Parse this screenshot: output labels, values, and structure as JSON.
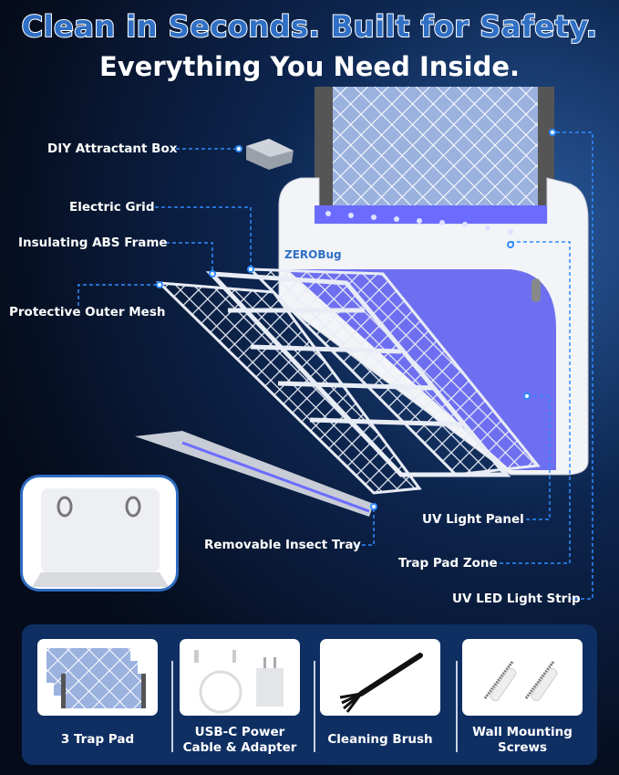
{
  "headline": {
    "line1": "Clean in Seconds. Built for Safety.",
    "line2": "Everything You Need Inside."
  },
  "brand": "ZEROBug",
  "callouts": {
    "diy_box": "DIY Attractant Box",
    "electric_grid": "Electric Grid",
    "abs_frame": "Insulating ABS Frame",
    "outer_mesh": "Protective Outer Mesh",
    "uv_panel": "UV Light Panel",
    "insect_tray": "Removable Insect Tray",
    "trap_pad_zone": "Trap Pad Zone",
    "uv_led_strip": "UV LED Light Strip"
  },
  "accessories": [
    {
      "label": "3 Trap Pad",
      "icon": "trap-pad-icon"
    },
    {
      "label": "USB-C Power Cable & Adapter",
      "line1": "USB-C Power",
      "line2": "Cable & Adapter",
      "icon": "usb-cable-adapter-icon"
    },
    {
      "label": "Cleaning Brush",
      "icon": "brush-icon"
    },
    {
      "label": "Wall Mounting Screws",
      "line1": "Wall Mounting",
      "line2": "Screws",
      "icon": "screws-icon"
    }
  ],
  "colors": {
    "accent": "#2f6fc4",
    "uv": "#5a5cff",
    "panel": "#0f2f63"
  }
}
